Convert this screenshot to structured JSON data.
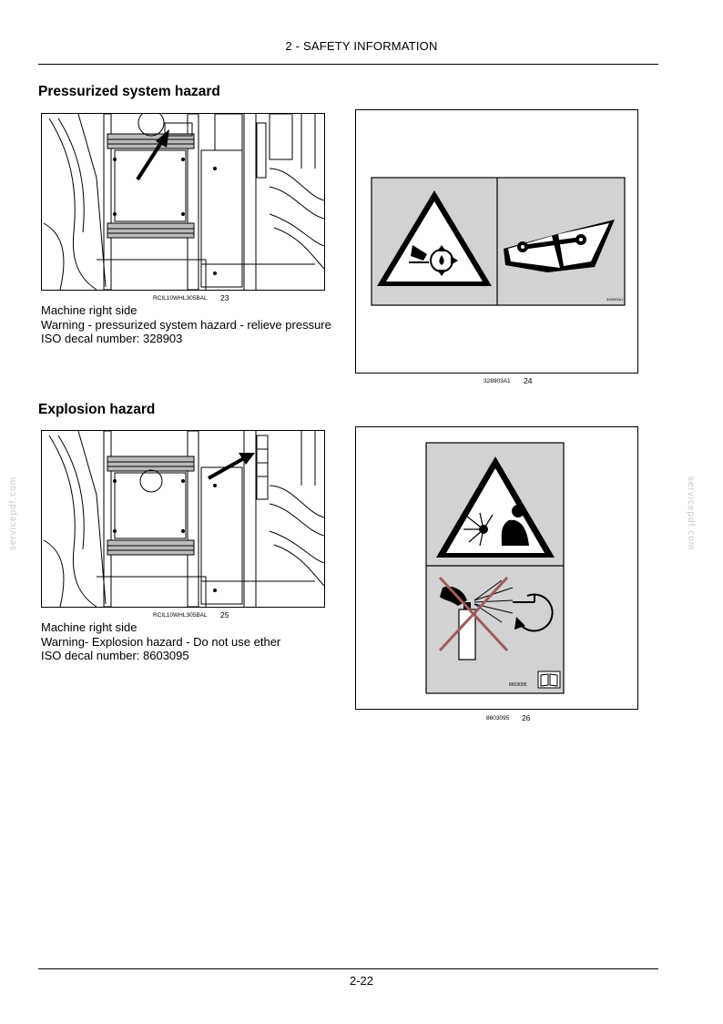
{
  "header": {
    "title": "2 - SAFETY INFORMATION"
  },
  "sections": [
    {
      "title": "Pressurized system hazard",
      "photo": {
        "code": "RCIL10WHL305BAL",
        "number": "23"
      },
      "text_lines": [
        "Machine right side",
        "Warning - pressurized system hazard - relieve pressure",
        "ISO decal number:  328903"
      ],
      "decal": {
        "code": "328903A1",
        "number": "24",
        "inner_code": "328903A1"
      }
    },
    {
      "title": "Explosion hazard",
      "photo": {
        "code": "RCIL10WHL305BAL",
        "number": "25"
      },
      "text_lines": [
        "Machine right side",
        "Warning- Explosion hazard - Do not use ether",
        "ISO decal number:  8603095"
      ],
      "decal": {
        "code": "8603095",
        "number": "26",
        "inner_code": "8603095"
      }
    }
  ],
  "watermark": "servicepdf.com",
  "footer": {
    "page_number": "2-22"
  },
  "colors": {
    "decal_gray": "#d2d2d2",
    "arrow_black": "#000000"
  },
  "icons": [
    "arrow-pointer-icon",
    "warning-triangle-icon",
    "manual-wrench-icon",
    "explosion-warning-icon",
    "no-ether-spray-icon",
    "manual-book-icon"
  ]
}
